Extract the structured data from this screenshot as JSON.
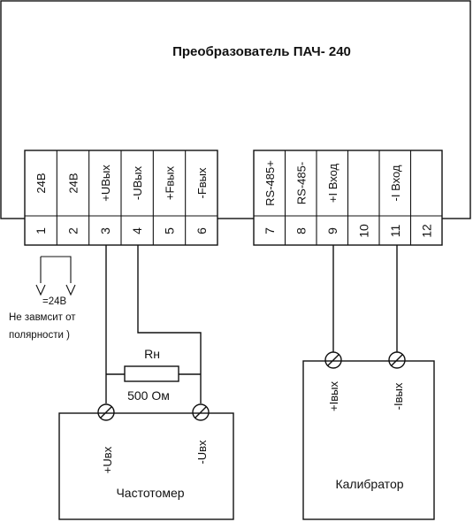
{
  "converter": {
    "title": "Преобразователь ПАЧ- 240",
    "left_block": {
      "labels": [
        "24В",
        "24В",
        "+UВых",
        "-UВых",
        "+Fвых",
        "-Fвых"
      ],
      "numbers": [
        "1",
        "2",
        "3",
        "4",
        "5",
        "6"
      ]
    },
    "right_block": {
      "labels": [
        "RS-485+",
        "RS-485-",
        "+I Вход",
        "",
        "-I Вход",
        ""
      ],
      "numbers": [
        "7",
        "8",
        "9",
        "10",
        "11",
        "12"
      ]
    }
  },
  "power": {
    "voltage": "=24В",
    "note_line1": "Не завмсит от",
    "note_line2": "полярности   )"
  },
  "resistor": {
    "name": "Rн",
    "value": "500 Ом"
  },
  "frequency_meter": {
    "title": "Частотомер",
    "plus_label": "+Uвх",
    "minus_label": "-Uвх"
  },
  "calibrator": {
    "title": "Калибратор",
    "plus_label": "+Iвых",
    "minus_label": "-Iвых"
  }
}
